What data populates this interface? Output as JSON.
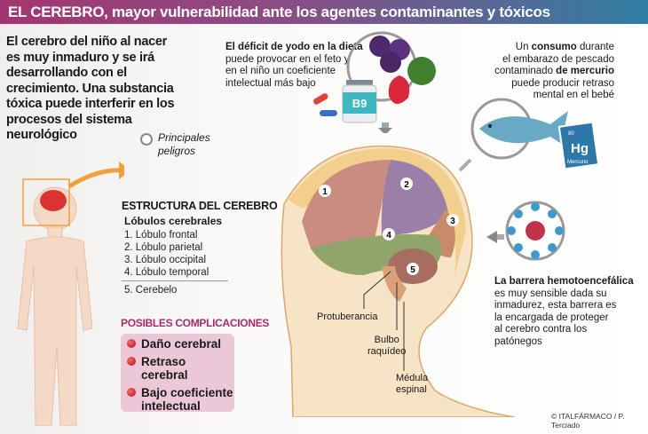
{
  "title": "EL CEREBRO, mayor vulnerabilidad ante los agentes contaminantes y tóxicos",
  "intro": "El cerebro del niño al nacer es muy inmaduro y se irá desarrollando con el crecimiento. Una substancia tóxica puede interferir en los procesos del sistema neurológico",
  "legend": {
    "label_1": "Principales",
    "label_2": "peligros"
  },
  "structure": {
    "title": "ESTRUCTURA DEL CEREBRO",
    "subtitle": "Lóbulos cerebrales",
    "lobes": [
      "1. Lóbulo frontal",
      "2. Lóbulo parietal",
      "3. Lóbulo occipital",
      "4. Lóbulo temporal"
    ],
    "cerebellum": "5. Cerebelo"
  },
  "complications": {
    "title": "POSIBLES COMPLICACIONES",
    "items": [
      "Daño cerebral",
      "Retraso cerebral",
      "Bajo coeficiente intelectual"
    ]
  },
  "iodine": {
    "bold": "El déficit de yodo en la dieta",
    "lines": [
      "puede provocar en el feto y",
      "en el niño un coeficiente",
      "intelectual más bajo"
    ],
    "vitamin_label": "B9"
  },
  "mercury": {
    "l1a": "Un ",
    "l1b": "consumo",
    "l1c": " durante",
    "l2": "el embarazo de pescado",
    "l3a": "contaminado ",
    "l3b": "de mercurio",
    "l4": "puede producir retraso",
    "l5": "mental en el bebé",
    "element_symbol": "Hg",
    "element_number": "80",
    "element_name": "Mercurio"
  },
  "barrier": {
    "bold": "La barrera hemotoencefálica",
    "lines": [
      "es muy sensible dada su",
      "inmadurez, esta barrera es",
      "la encargada de proteger",
      "al cerebro contra los",
      "patónegos"
    ]
  },
  "brain_labels": {
    "n1": "1",
    "n2": "2",
    "n3": "3",
    "n4": "4",
    "n5": "5",
    "protuberancia": "Protuberancia",
    "bulbo_1": "Bulbo",
    "bulbo_2": "raquídeo",
    "medula_1": "Médula",
    "medula_2": "espinal"
  },
  "credit": "© ITALFÁRMACO / P. Terciado",
  "colors": {
    "title_start": "#a33670",
    "title_end": "#2f7ea3",
    "accent": "#a42b6b",
    "complications_bg": "#ecc7d8",
    "skin": "#f7e3c6",
    "frontal": "#c98c80",
    "parietal": "#9c7fa8",
    "occipital": "#c98a6a",
    "temporal": "#8fa56a",
    "cerebellum": "#a66e60"
  }
}
